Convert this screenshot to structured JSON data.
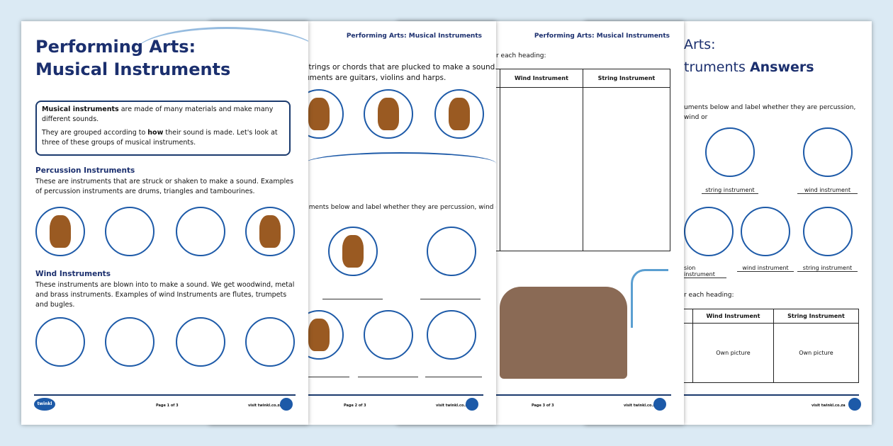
{
  "header": "Performing Arts: Musical Instruments",
  "footer": {
    "page1": "Page 1 of 3",
    "page2": "Page 2 of 3",
    "page3": "Page 3 of 3",
    "site": "visit twinkl.co.za",
    "logo": "twinkl"
  },
  "page1": {
    "title1": "Performing Arts:",
    "title2": "Musical Instruments",
    "intro1_bold": "Musical instruments",
    "intro1": " are made of many materials and make many different sounds.",
    "intro2a": "They are grouped according to ",
    "intro2_bold": "how",
    "intro2b": " their sound is made. Let's look at three of these groups of musical instruments.",
    "perc_heading": "Percussion Instruments",
    "perc_text": "These are instruments that are struck or shaken to make a sound. Examples of percussion instruments are drums, triangles and tambourines.",
    "wind_heading": "Wind Instruments",
    "wind_text": "These instruments are blown into to make a sound. We get woodwind, metal and brass instruments. Examples of wind Instruments are flutes, trumpets and bugles."
  },
  "page2": {
    "line1": "strings or chords that are plucked to make a sound.",
    "line2": "uments are guitars, violins and harps.",
    "task": "uments below and label whether they are percussion, wind or"
  },
  "page3": {
    "task": "r each heading:",
    "col_wind": "Wind Instrument",
    "col_string": "String Instrument"
  },
  "page4": {
    "title1": "Arts:",
    "title2a": "truments ",
    "title2b": "Answers",
    "task1": "uments below and label whether they are percussion, wind or",
    "labels": [
      "string instrument",
      "wind instrument",
      "sion instrument",
      "wind instrument",
      "string instrument"
    ],
    "task2": "r each heading:",
    "col_wind": "Wind Instrument",
    "col_string": "String Instrument",
    "cell": "Own picture"
  }
}
